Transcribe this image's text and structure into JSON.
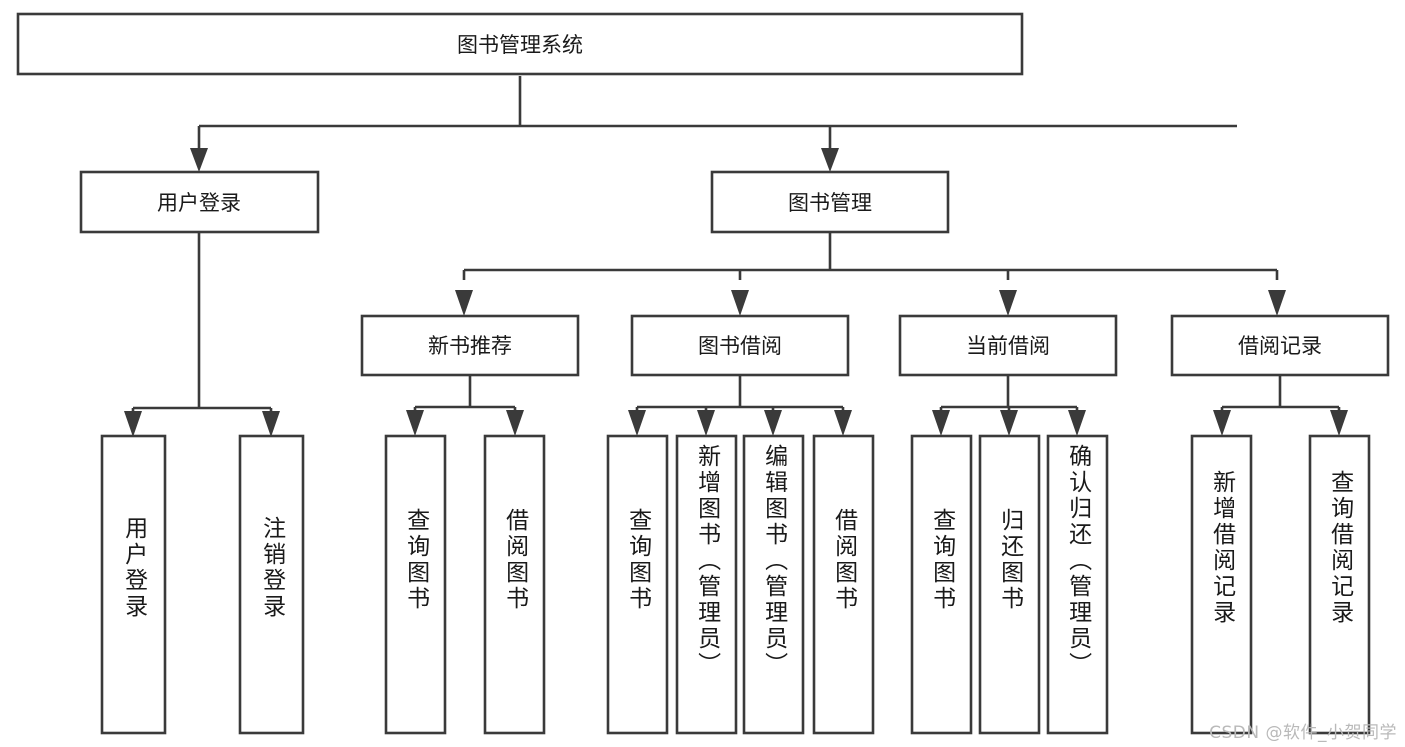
{
  "diagram": {
    "title": "图书管理系统",
    "watermark": "CSDN @软件_小贺同学",
    "colors": {
      "stroke": "#3a3a3a",
      "fill": "#ffffff",
      "text": "#1a1a1a",
      "watermark": "#b9b9b9",
      "background": "#ffffff"
    },
    "root": {
      "label": "图书管理系统"
    },
    "level2": [
      {
        "label": "用户登录"
      },
      {
        "label": "图书管理"
      }
    ],
    "level3": [
      {
        "label": "新书推荐"
      },
      {
        "label": "图书借阅"
      },
      {
        "label": "当前借阅"
      },
      {
        "label": "借阅记录"
      }
    ],
    "leaves": {
      "user_login": [
        {
          "label": "用户登录"
        },
        {
          "label": "注销登录"
        }
      ],
      "new_book_recommend": [
        {
          "label": "查询图书"
        },
        {
          "label": "借阅图书"
        }
      ],
      "book_borrow": [
        {
          "label": "查询图书"
        },
        {
          "label": "新增图书（管理员）"
        },
        {
          "label": "编辑图书（管理员）"
        },
        {
          "label": "借阅图书"
        }
      ],
      "current_borrow": [
        {
          "label": "查询图书"
        },
        {
          "label": "归还图书"
        },
        {
          "label": "确认归还（管理员）"
        }
      ],
      "borrow_record": [
        {
          "label": "新增借阅记录"
        },
        {
          "label": "查询借阅记录"
        }
      ]
    }
  }
}
